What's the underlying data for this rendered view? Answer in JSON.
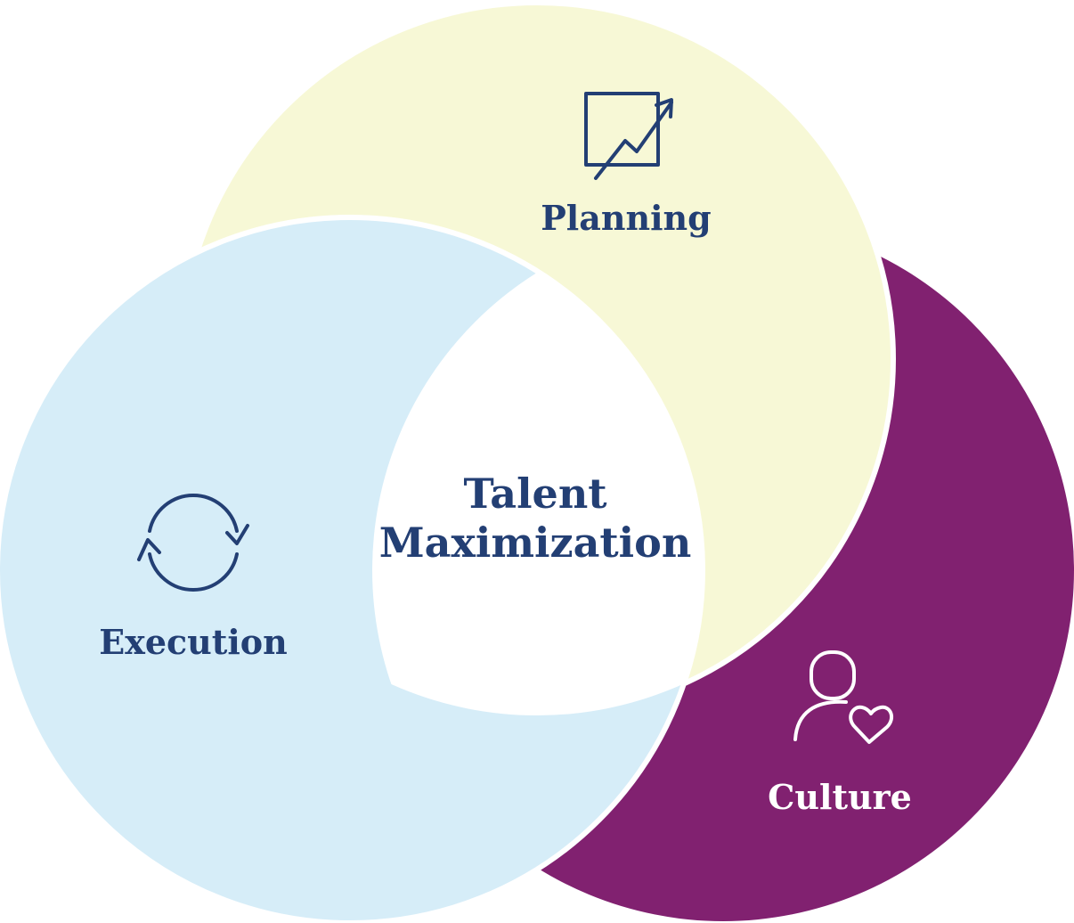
{
  "diagram": {
    "center_label": {
      "line1": "Talent",
      "line2": "Maximization"
    },
    "circles": {
      "planning": {
        "label": "Planning",
        "icon": "growth-chart-icon",
        "fill": "#F7F8D6"
      },
      "execution": {
        "label": "Execution",
        "icon": "refresh-cycle-icon",
        "fill": "#D6EDF8"
      },
      "culture": {
        "label": "Culture",
        "icon": "person-heart-icon",
        "fill": "#812170"
      }
    },
    "colors": {
      "dark_text": "#233F74",
      "light_text": "#FFFFFF",
      "center_fill": "#FFFFFF"
    }
  }
}
